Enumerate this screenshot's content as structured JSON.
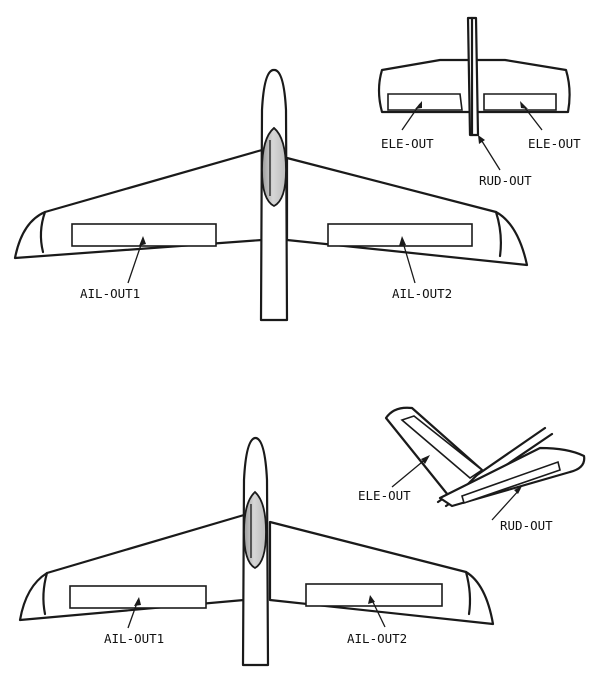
{
  "top_view": {
    "aileron_left_label": "AIL-OUT1",
    "aileron_right_label": "AIL-OUT2"
  },
  "tail_detail_top": {
    "elevator_left_label": "ELE-OUT",
    "elevator_right_label": "ELE-OUT",
    "rudder_label": "RUD-OUT"
  },
  "bottom_view": {
    "aileron_left_label": "AIL-OUT1",
    "aileron_right_label": "AIL-OUT2"
  },
  "tail_detail_bottom": {
    "elevator_label": "ELE-OUT",
    "rudder_label": "RUD-OUT"
  }
}
